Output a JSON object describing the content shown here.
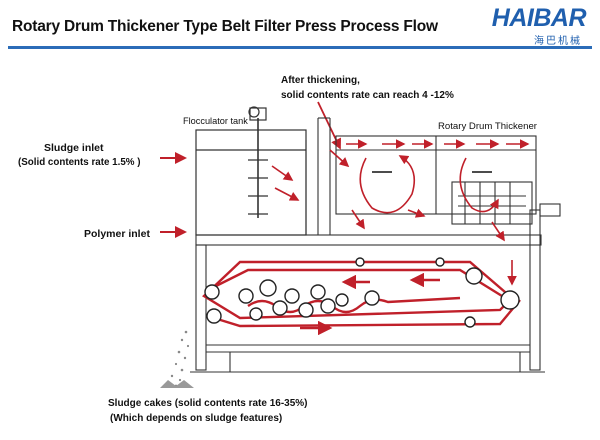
{
  "header": {
    "title": "Rotary Drum Thickener Type Belt Filter Press Process Flow"
  },
  "logo": {
    "brand": "HAIBAR",
    "subtitle": "海巴机械"
  },
  "labels": {
    "sludge_inlet": "Sludge inlet",
    "sludge_inlet_rate": "(Solid contents rate 1.5% )",
    "polymer_inlet": "Polymer inlet",
    "flocculator_tank": "Flocculator tank",
    "after_thickening": "After thickening,",
    "after_thickening_rate": "solid contents rate can reach 4 -12%",
    "rotary_drum_thickener": "Rotary Drum Thickener",
    "sludge_cakes": "Sludge cakes (solid contents rate 16-35%)",
    "sludge_cakes_note": "(Which depends on sludge features)"
  },
  "colors": {
    "accent_blue": "#2b6cb8",
    "flow_red": "#c0202a",
    "line": "#333333"
  }
}
